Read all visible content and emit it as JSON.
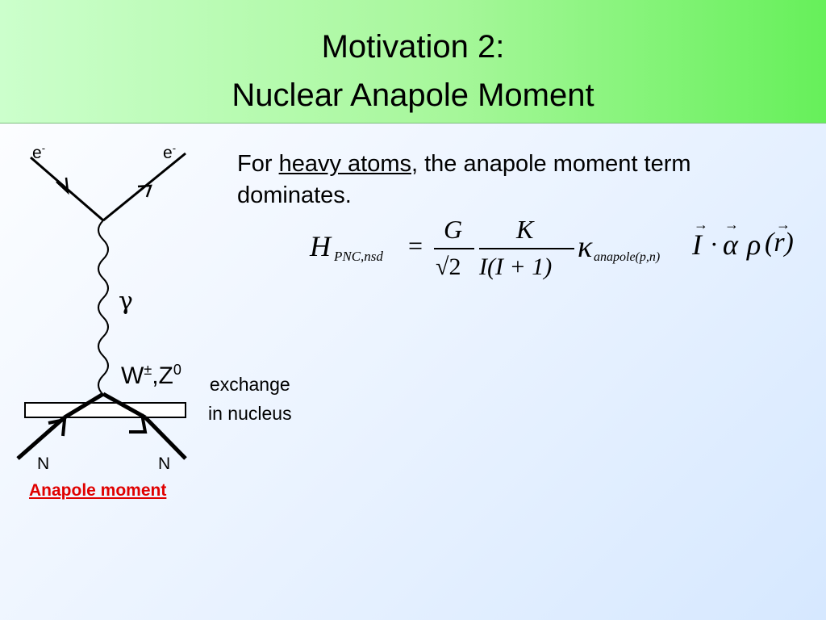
{
  "slide": {
    "title_line1": "Motivation 2:",
    "title_line2": "Nuclear Anapole Moment"
  },
  "diagram": {
    "electron_in_label": "e",
    "electron_out_label": "e",
    "electron_charge": "-",
    "photon_label": "γ",
    "boson_W": "W",
    "boson_W_charge": "±",
    "boson_Z": ",Z",
    "boson_Z_charge": "0",
    "exchange_line1": "exchange",
    "exchange_line2": "in nucleus",
    "nucleon_in_label": "N",
    "nucleon_out_label": "N",
    "caption": "Anapole moment"
  },
  "text": {
    "prefix": "For ",
    "link": "heavy atoms",
    "suffix": ", the anapole moment term dominates."
  },
  "formula": {
    "H": "H",
    "H_subscript": "PNC,nsd",
    "equals": "=",
    "G": "G",
    "sqrt2": "√2",
    "K": "K",
    "I_denominator": "I(I + 1)",
    "kappa": "κ",
    "kappa_subscript": "anapole(p,n)",
    "I_vec": "I",
    "dot": "·",
    "alpha_vec": "α",
    "rho": "ρ",
    "r_vec": "(r)"
  },
  "colors": {
    "header_light": "#ccffcc",
    "header_dark": "#66f05a",
    "caption": "#e00000"
  }
}
